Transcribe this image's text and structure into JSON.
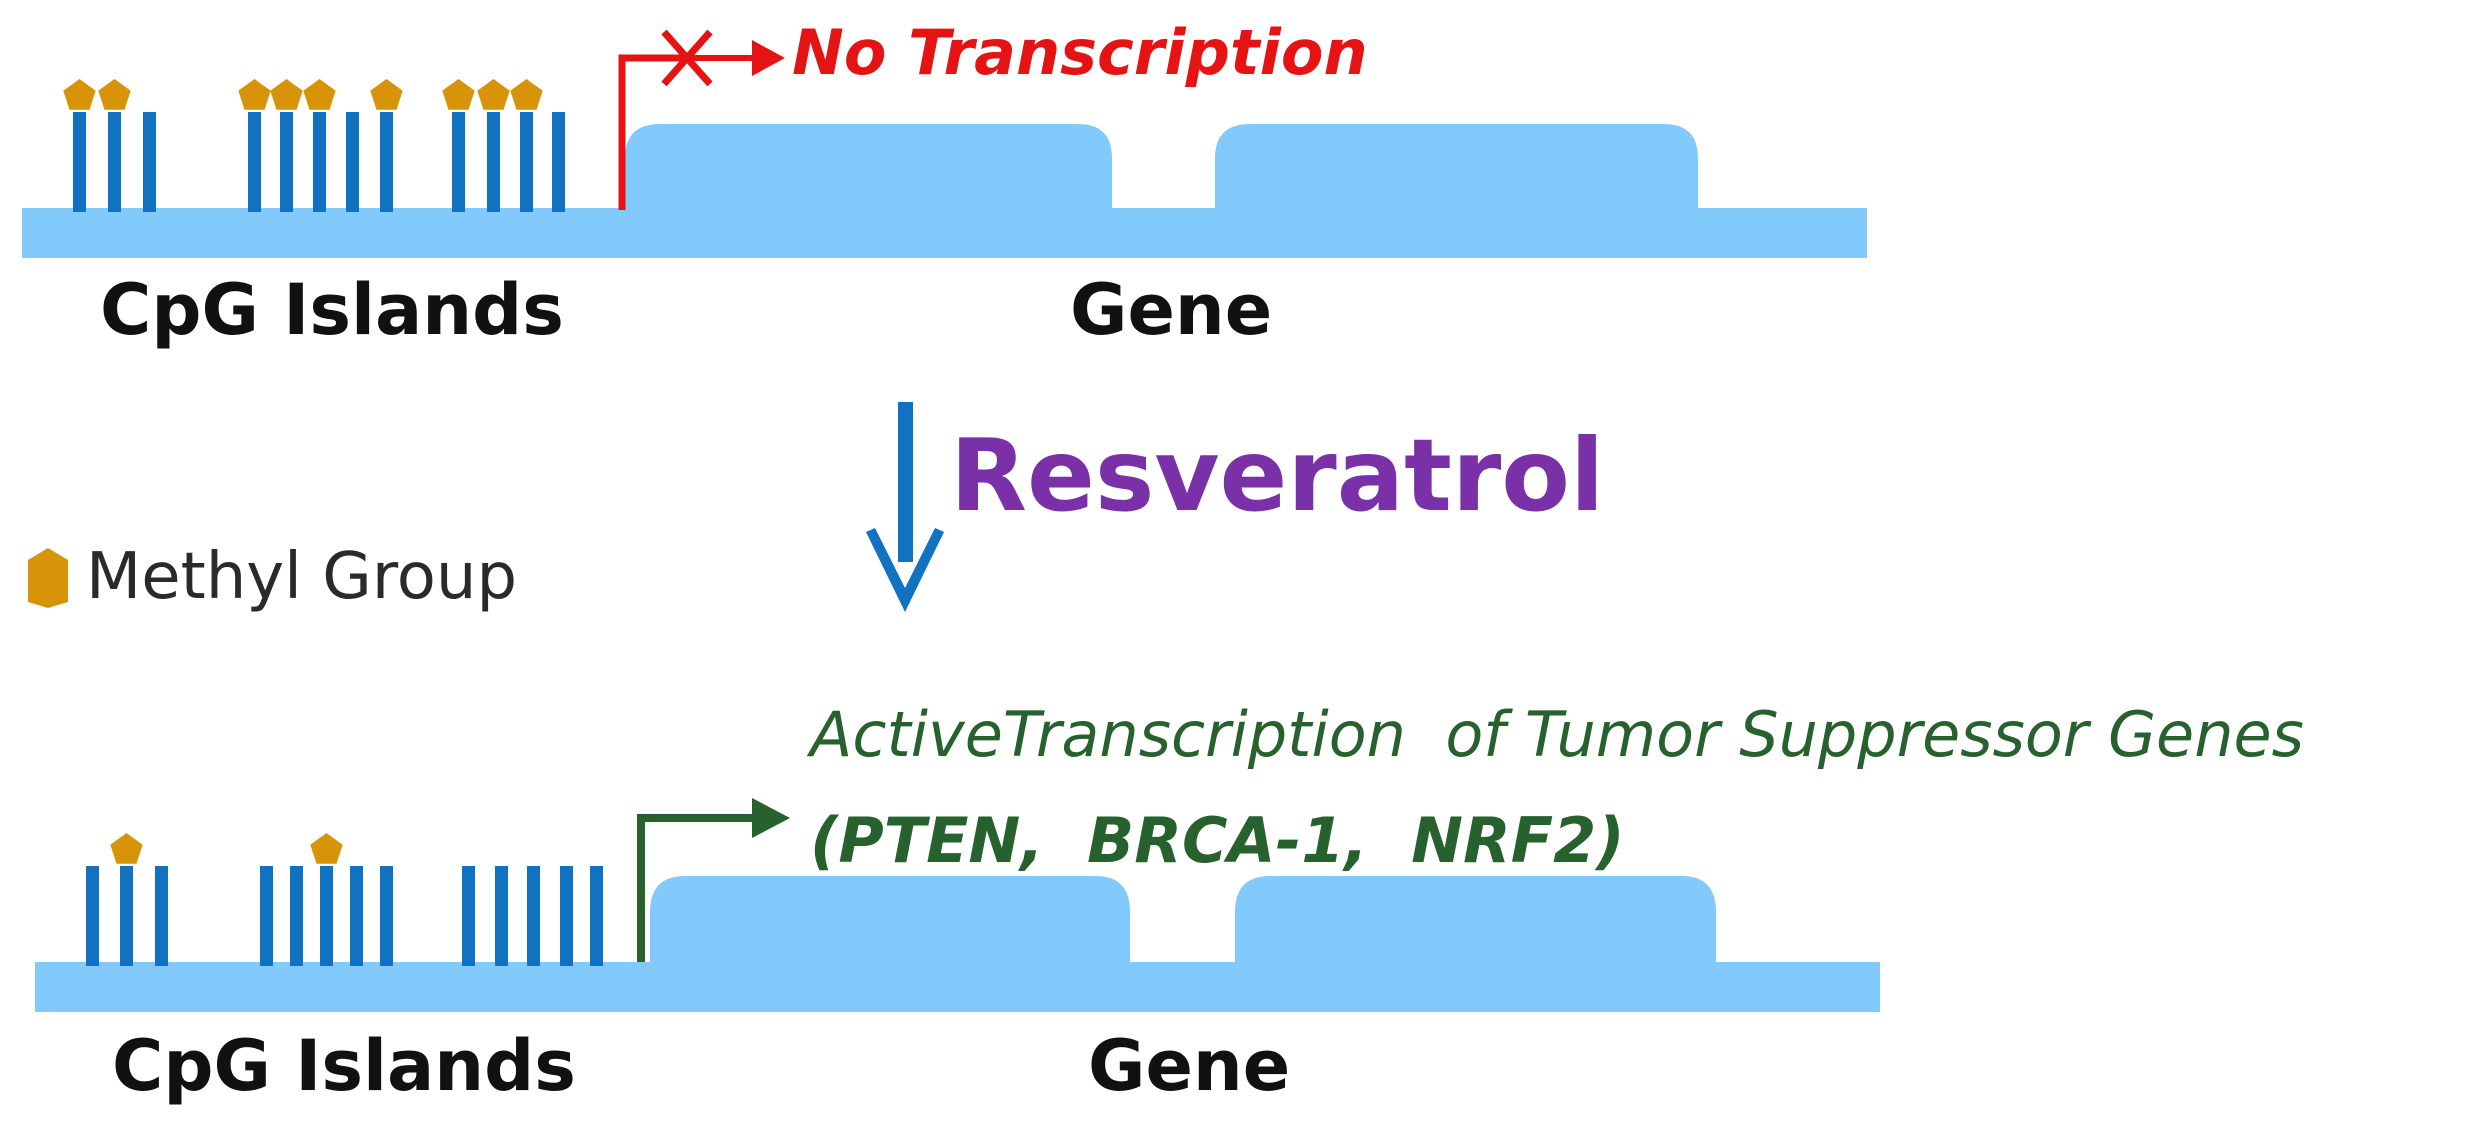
{
  "top_panel": {
    "status_label": "No Transcription",
    "cpg_label": "CpG Islands",
    "gene_label": "Gene"
  },
  "middle": {
    "treatment_label": "Resveratrol",
    "legend_label": "Methyl Group"
  },
  "bottom_panel": {
    "status_line_1": "ActiveTranscription  of Tumor Suppressor Genes",
    "status_line_2": "(PTEN,  BRCA-1,  NRF2)",
    "cpg_label": "CpG Islands",
    "gene_label": "Gene"
  },
  "colors": {
    "dna_strand": "#82CAFB",
    "cpg_bar": "#1072C0",
    "methyl_group": "#D79408",
    "blocked_arrow": "#E51313",
    "active_arrow": "#27612E",
    "treatment_arrow": "#1072C0",
    "treatment_text": "#7A30A6",
    "label_text": "#111111"
  },
  "cpg_sites": {
    "top_methylated": [
      true,
      true,
      false,
      true,
      true,
      true,
      false,
      true,
      true,
      true,
      true,
      false
    ],
    "bottom_methylated": [
      false,
      true,
      false,
      false,
      false,
      true,
      false,
      false,
      false,
      false,
      false,
      false,
      false
    ]
  }
}
